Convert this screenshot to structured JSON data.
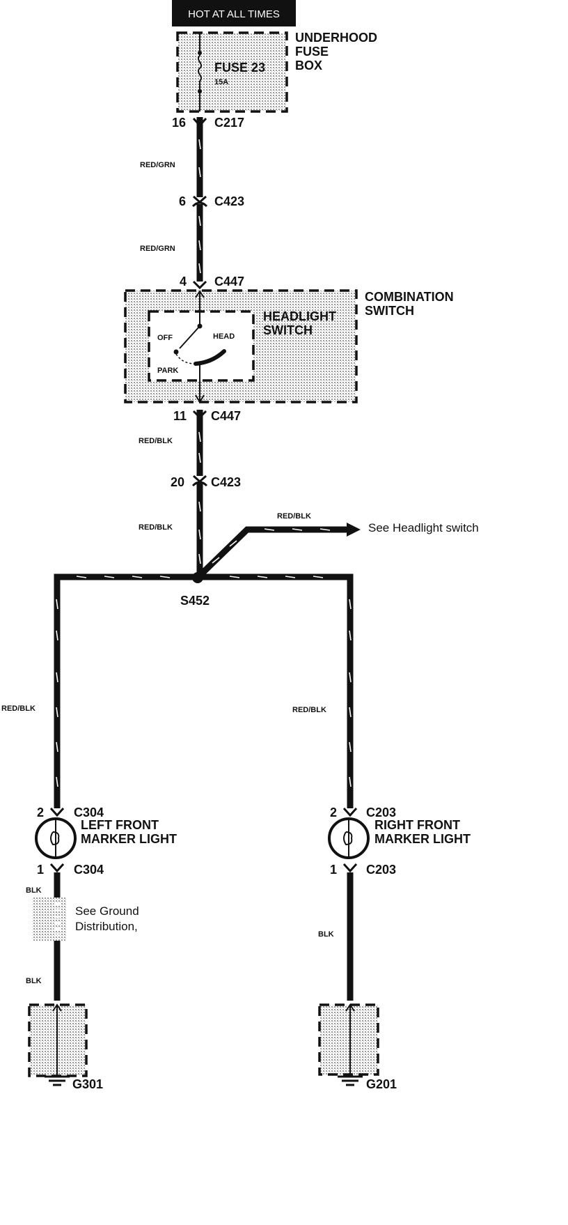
{
  "header": {
    "hot_label": "HOT AT ALL TIMES"
  },
  "fuse_box": {
    "title_lines": [
      "UNDERHOOD",
      "FUSE",
      "BOX"
    ],
    "fuse_name": "FUSE 23",
    "fuse_rating": "15A"
  },
  "connectors": {
    "c217_top": {
      "pin": "16",
      "name": "C217"
    },
    "c423_top": {
      "pin": "6",
      "name": "C423"
    },
    "c447_top": {
      "pin": "4",
      "name": "C447"
    },
    "c447_bottom": {
      "pin": "11",
      "name": "C447"
    },
    "c423_bottom": {
      "pin": "20",
      "name": "C423"
    },
    "c304_top": {
      "pin": "2",
      "name": "C304"
    },
    "c304_bottom": {
      "pin": "1",
      "name": "C304"
    },
    "c203_top": {
      "pin": "2",
      "name": "C203"
    },
    "c203_bottom": {
      "pin": "1",
      "name": "C203"
    }
  },
  "wires": {
    "red_grn_1": "RED/GRN",
    "red_grn_2": "RED/GRN",
    "red_blk_1": "RED/BLK",
    "red_blk_2": "RED/BLK",
    "red_blk_branch": "RED/BLK",
    "red_blk_left": "RED/BLK",
    "red_blk_right": "RED/BLK",
    "blk_left_1": "BLK",
    "blk_left_2": "BLK",
    "blk_right": "BLK"
  },
  "combination_switch": {
    "title_lines": [
      "COMBINATION",
      "SWITCH"
    ],
    "headlight_title_lines": [
      "HEADLIGHT",
      "SWITCH"
    ],
    "positions": {
      "off": "OFF",
      "head": "HEAD",
      "park": "PARK"
    }
  },
  "branch": {
    "see_label": "See Headlight switch"
  },
  "splice": {
    "name": "S452"
  },
  "lights": {
    "left_lines": [
      "LEFT FRONT",
      "MARKER LIGHT"
    ],
    "right_lines": [
      "RIGHT FRONT",
      "MARKER LIGHT"
    ]
  },
  "ground_note_lines": [
    "See Ground",
    "Distribution,"
  ],
  "grounds": {
    "left": "G301",
    "right": "G201"
  },
  "colors": {
    "ink": "#111111",
    "shade": "#c9c9c9",
    "background": "#ffffff"
  }
}
